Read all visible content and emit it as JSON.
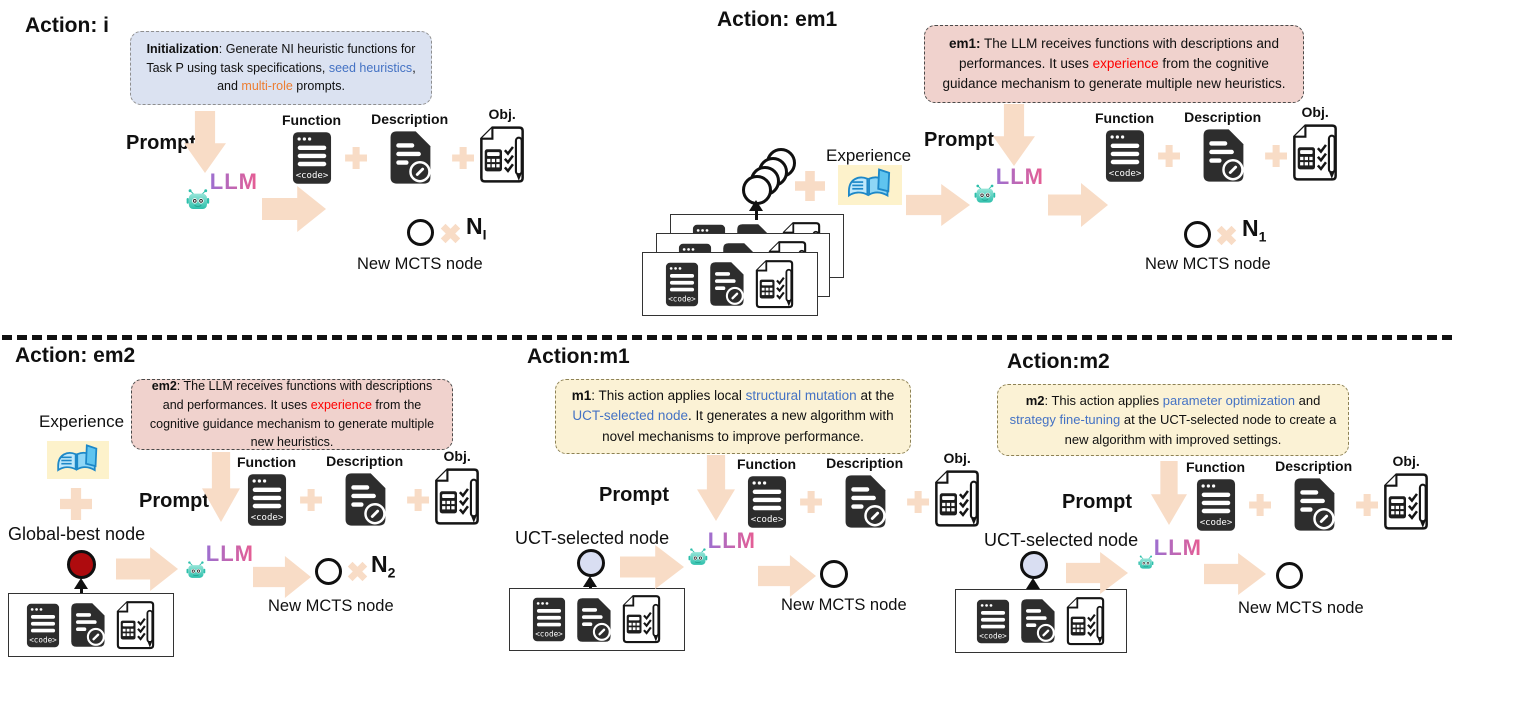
{
  "shared": {
    "prompt": "Prompt",
    "llm": "LLM",
    "new_node": "New MCTS node",
    "function": "Function",
    "description": "Description",
    "obj": "Obj.",
    "code_tag": "<code>",
    "experience": "Experience",
    "times_icon": "✕",
    "plus_icon": "+",
    "colors": {
      "arrow_peach": "#f8dcc6",
      "note_blue_bg": "#dbe2f1",
      "note_pink_bg": "#f0d2cd",
      "note_yellow_bg": "#fbf2d5",
      "term_blue": "#4472c4",
      "term_orange": "#ed7d31",
      "term_red": "#fe0000",
      "robot_teal": "#3fc3b0",
      "global_best_red": "#ae0b0e",
      "uct_lavender": "#d9def2",
      "book_bg": "#fdf2cb"
    }
  },
  "panels": {
    "i": {
      "title": "Action: i",
      "note": {
        "lead": "Initialization",
        "t1": ": Generate NI heuristic functions for Task P using task specifications, ",
        "c1": "seed heuristics",
        "t2": ", and ",
        "c2": "multi-role",
        "t3": " prompts."
      },
      "count": {
        "base": "N",
        "sub": "I"
      }
    },
    "em1": {
      "title": "Action: em1",
      "note": {
        "lead": "em1:",
        "t1": " The LLM receives functions with descriptions and performances. It uses ",
        "c1": "experience",
        "t2": " from the cognitive guidance mechanism to generate multiple new heuristics."
      },
      "count": {
        "base": "N",
        "sub": "1"
      }
    },
    "em2": {
      "title": "Action: em2",
      "note": {
        "lead": "em2",
        "t1": ": The LLM receives functions with descriptions and performances. It uses ",
        "c1": "experience",
        "t2": " from the cognitive guidance mechanism to generate multiple new heuristics."
      },
      "count": {
        "base": "N",
        "sub": "2"
      },
      "source_label": "Global-best node"
    },
    "m1": {
      "title": "Action:m1",
      "note": {
        "lead": "m1",
        "t1": ": This action applies local ",
        "c1": "structural mutation",
        "t2": " at the ",
        "c2": "UCT-selected node",
        "t3": ". It generates a new algorithm with novel mechanisms to improve performance."
      },
      "source_label": "UCT-selected node"
    },
    "m2": {
      "title": "Action:m2",
      "note": {
        "lead": "m2",
        "t1": ": This action applies ",
        "c1": "parameter optimization",
        "t2": " and ",
        "c2": "strategy fine-tuning",
        "t3": " at the UCT-selected node to create a new algorithm with improved settings."
      },
      "source_label": "UCT-selected node"
    }
  }
}
